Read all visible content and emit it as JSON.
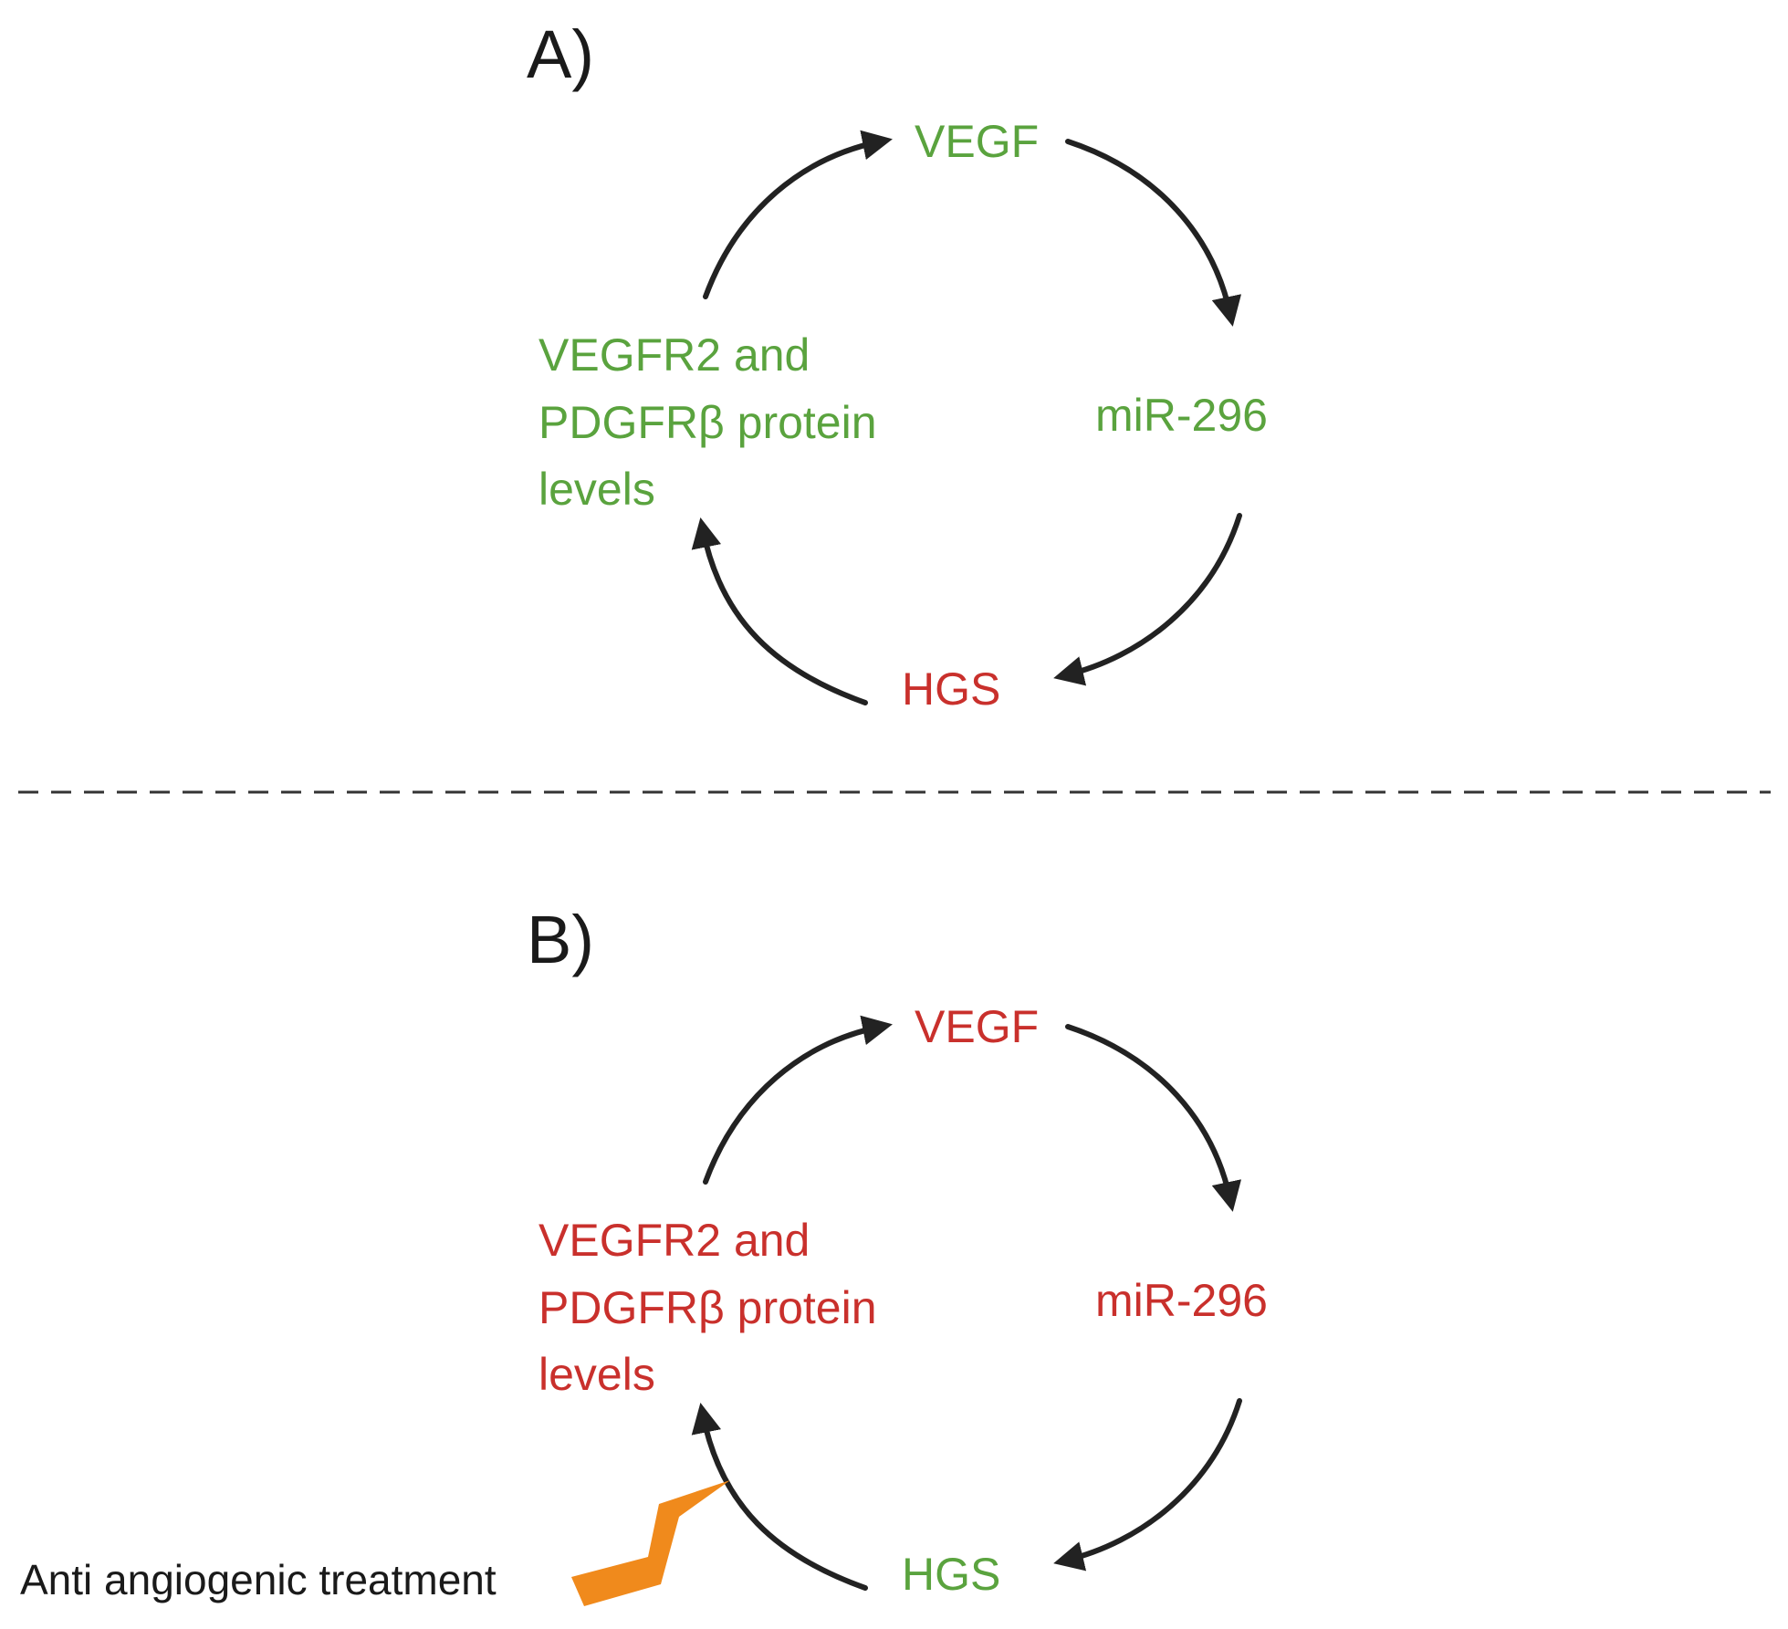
{
  "colors": {
    "green": "#5aa33e",
    "red": "#c9302c",
    "arrow": "#222222",
    "lightning": "#f08a1c"
  },
  "panels": [
    {
      "label": "A)",
      "nodes": {
        "vegf": {
          "text": "VEGF",
          "color": "green"
        },
        "mir": {
          "text": "miR-296",
          "color": "green"
        },
        "hgs": {
          "text": "HGS",
          "color": "red"
        },
        "receptors": {
          "lines": [
            "VEGFR2 and",
            "PDGFRβ protein",
            "levels"
          ],
          "color": "green"
        }
      }
    },
    {
      "label": "B)",
      "nodes": {
        "vegf": {
          "text": "VEGF",
          "color": "red"
        },
        "mir": {
          "text": "miR-296",
          "color": "red"
        },
        "hgs": {
          "text": "HGS",
          "color": "green"
        },
        "receptors": {
          "lines": [
            "VEGFR2 and",
            "PDGFRβ protein",
            "levels"
          ],
          "color": "red"
        }
      },
      "treatment": {
        "text": "Anti angiogenic treatment",
        "icon": "lightning-bolt-icon"
      }
    }
  ]
}
